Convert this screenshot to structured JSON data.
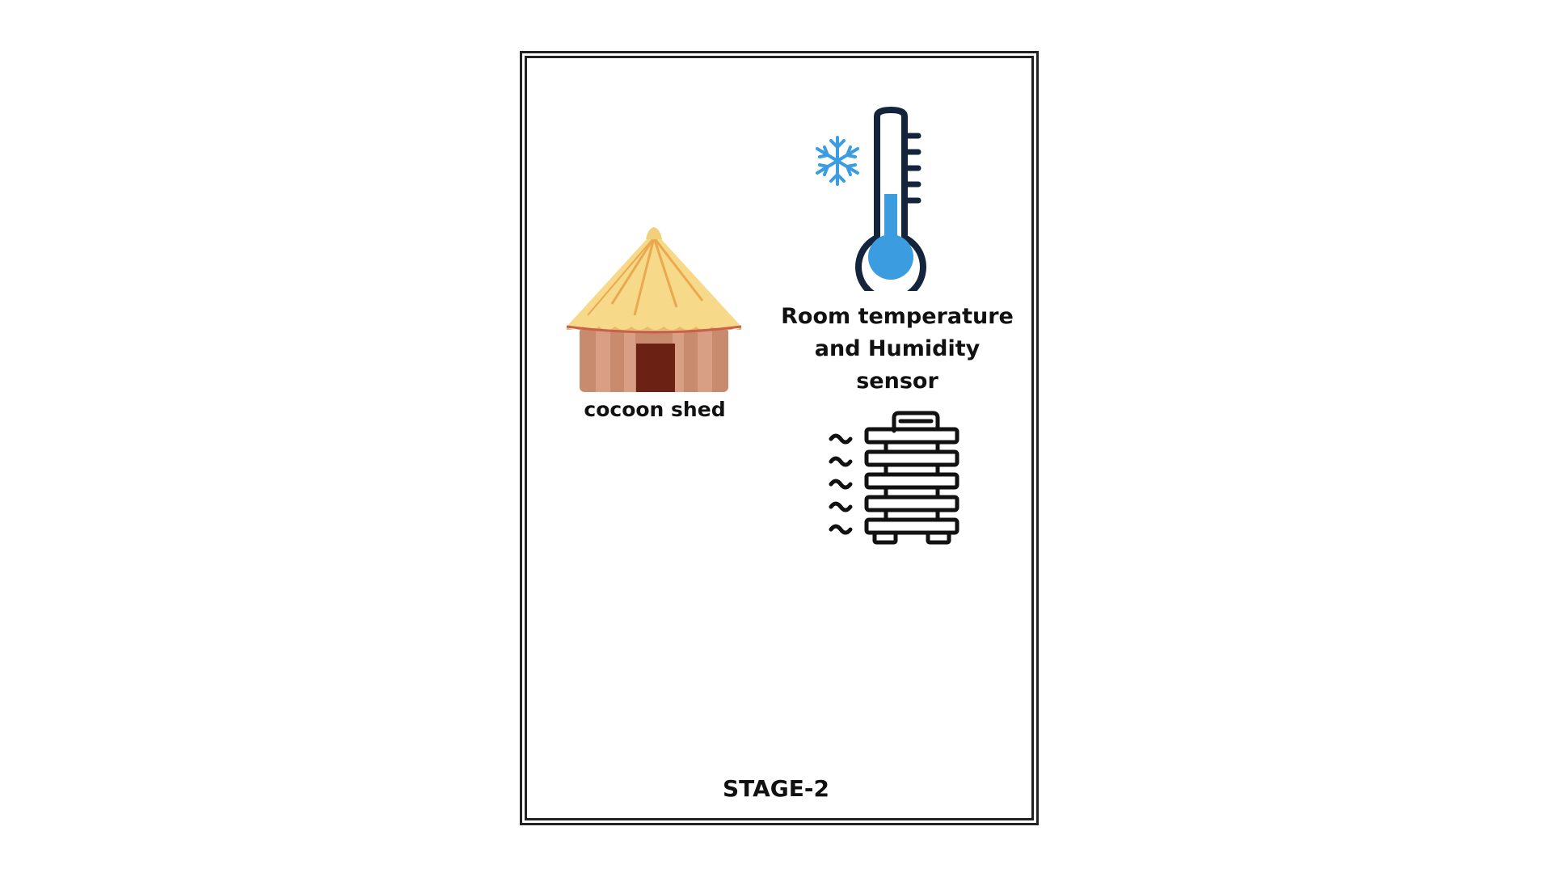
{
  "diagram": {
    "stage_label": "STAGE-2",
    "shed": {
      "label": "cocoon shed",
      "icon": "hut-icon"
    },
    "sensor": {
      "label_line1": "Room temperature",
      "label_line2": "and Humidity",
      "label_line3": "sensor",
      "icons": [
        "thermometer-icon",
        "snowflake-icon"
      ],
      "fill_color": "#3b9de0"
    },
    "heater": {
      "icon": "radiator-heater-icon"
    },
    "colors": {
      "frame": "#222222",
      "roof": "#f7d98a",
      "wall": "#c98b6e",
      "door": "#6b2114",
      "thermometer_outline": "#14243d",
      "snowflake": "#3b9de0"
    }
  }
}
